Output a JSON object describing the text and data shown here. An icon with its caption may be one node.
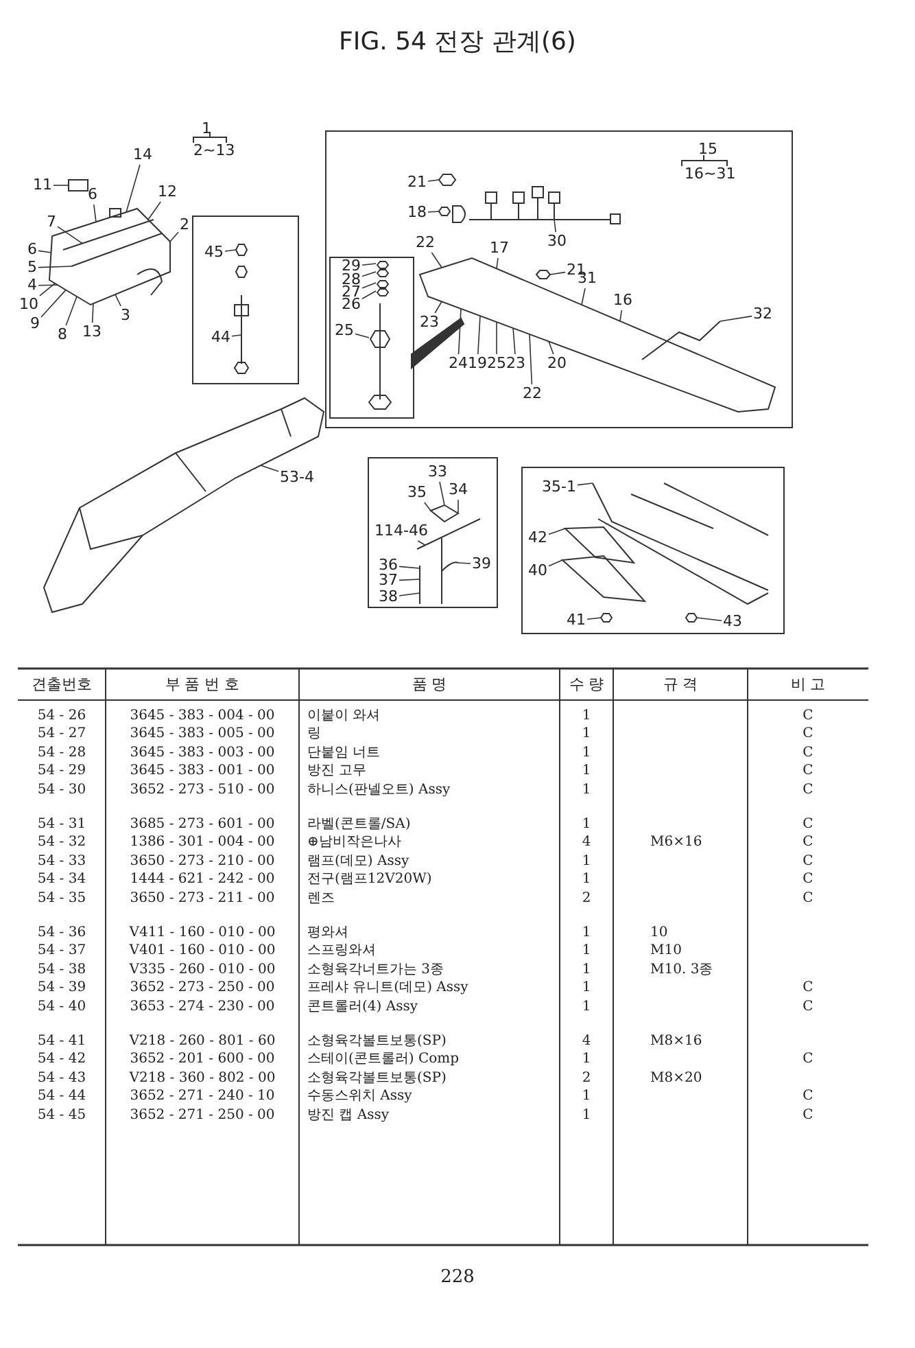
{
  "diagram": {
    "title": "FIG. 54 전장 관계(6)",
    "nodes": [
      {
        "text": [
          "14"
        ]
      },
      {
        "text": [
          "11"
        ]
      },
      {
        "text": [
          "6"
        ]
      },
      {
        "text": [
          "12"
        ]
      },
      {
        "text": [
          "2"
        ]
      },
      {
        "text": [
          "7"
        ]
      },
      {
        "text": [
          "6"
        ]
      },
      {
        "text": [
          "5"
        ]
      },
      {
        "text": [
          "4"
        ]
      },
      {
        "text": [
          "3"
        ]
      },
      {
        "text": [
          "10"
        ]
      },
      {
        "text": [
          "9"
        ]
      },
      {
        "text": [
          "8"
        ]
      },
      {
        "text": [
          "13"
        ]
      },
      {
        "text": [
          "53-4"
        ]
      },
      {
        "text": [],
        "shape": "box"
      },
      {
        "text": [
          "45"
        ],
        "in": 15
      },
      {
        "text": [
          "44"
        ],
        "in": 15
      },
      {
        "text": [],
        "shape": "box"
      },
      {
        "text": [
          "21"
        ],
        "in": 18
      },
      {
        "text": [
          "18"
        ],
        "in": 18
      },
      {
        "text": [
          "30"
        ],
        "in": 18
      },
      {
        "text": [
          "17"
        ],
        "in": 18
      },
      {
        "text": [
          "21"
        ],
        "in": 18
      },
      {
        "text": [
          "22"
        ],
        "in": 18
      },
      {
        "text": [
          "23"
        ],
        "in": 18
      },
      {
        "text": [
          "31"
        ],
        "in": 18
      },
      {
        "text": [
          "16"
        ],
        "in": 18
      },
      {
        "text": [
          "32"
        ],
        "in": 18
      },
      {
        "text": [
          "24"
        ],
        "in": 18
      },
      {
        "text": [
          "19"
        ],
        "in": 18
      },
      {
        "text": [
          "25"
        ],
        "in": 18
      },
      {
        "text": [
          "23"
        ],
        "in": 18
      },
      {
        "text": [
          "22"
        ],
        "in": 18
      },
      {
        "text": [
          "20"
        ],
        "in": 18
      },
      {
        "text": [],
        "shape": "box",
        "in": 18
      },
      {
        "text": [
          "29"
        ],
        "in": 35
      },
      {
        "text": [
          "28"
        ],
        "in": 35
      },
      {
        "text": [
          "27"
        ],
        "in": 35
      },
      {
        "text": [
          "26"
        ],
        "in": 35
      },
      {
        "text": [
          "25"
        ],
        "in": 35
      },
      {
        "text": [],
        "shape": "box"
      },
      {
        "text": [
          "33"
        ],
        "in": 41
      },
      {
        "text": [
          "35"
        ],
        "in": 41
      },
      {
        "text": [
          "34"
        ],
        "in": 41
      },
      {
        "text": [
          "114-46"
        ],
        "in": 41
      },
      {
        "text": [
          "36"
        ],
        "in": 41
      },
      {
        "text": [
          "37"
        ],
        "in": 41
      },
      {
        "text": [
          "38"
        ],
        "in": 41
      },
      {
        "text": [
          "39"
        ],
        "in": 41
      },
      {
        "text": [],
        "shape": "box"
      },
      {
        "text": [
          "35-1"
        ],
        "in": 50
      },
      {
        "text": [
          "42"
        ],
        "in": 50
      },
      {
        "text": [
          "40"
        ],
        "in": 50
      },
      {
        "text": [
          "41"
        ],
        "in": 50
      },
      {
        "text": [
          "43"
        ],
        "in": 50
      },
      {
        "text": [],
        "shape": "picture"
      },
      {
        "text": [],
        "shape": "picture"
      },
      {
        "text": [],
        "shape": "picture",
        "in": 15
      },
      {
        "text": [],
        "shape": "picture",
        "in": 18
      },
      {
        "text": [],
        "shape": "picture",
        "in": 18
      },
      {
        "text": [],
        "shape": "picture",
        "in": 35
      },
      {
        "text": [],
        "shape": "picture",
        "in": 41
      },
      {
        "text": [],
        "shape": "picture",
        "in": 50
      }
    ],
    "edges": [
      {
        "from": 0,
        "to": 56,
        "arrow": "none"
      },
      {
        "from": 1,
        "to": 56,
        "arrow": "none"
      },
      {
        "from": 2,
        "to": 56,
        "arrow": "none"
      },
      {
        "from": 3,
        "to": 56,
        "arrow": "none"
      },
      {
        "from": 4,
        "to": 56,
        "arrow": "none"
      },
      {
        "from": 5,
        "to": 56,
        "arrow": "none"
      },
      {
        "from": 6,
        "to": 56,
        "arrow": "none"
      },
      {
        "from": 7,
        "to": 56,
        "arrow": "none"
      },
      {
        "from": 8,
        "to": 56,
        "arrow": "none"
      },
      {
        "from": 9,
        "to": 56,
        "arrow": "none"
      },
      {
        "from": 10,
        "to": 56,
        "arrow": "none"
      },
      {
        "from": 11,
        "to": 56,
        "arrow": "none"
      },
      {
        "from": 12,
        "to": 56,
        "arrow": "none"
      },
      {
        "from": 13,
        "to": 56,
        "arrow": "none"
      },
      {
        "from": 14,
        "to": 57,
        "arrow": "none"
      },
      {
        "from": 16,
        "to": 58,
        "arrow": "none"
      },
      {
        "from": 17,
        "to": 58,
        "arrow": "none"
      },
      {
        "from": 19,
        "to": 59,
        "arrow": "none"
      },
      {
        "from": 20,
        "to": 59,
        "arrow": "none"
      },
      {
        "from": 21,
        "to": 59,
        "arrow": "none"
      },
      {
        "from": 22,
        "to": 60,
        "arrow": "none"
      },
      {
        "from": 23,
        "to": 60,
        "arrow": "none"
      },
      {
        "from": 24,
        "to": 60,
        "arrow": "none"
      },
      {
        "from": 25,
        "to": 60,
        "arrow": "none"
      },
      {
        "from": 26,
        "to": 60,
        "arrow": "none"
      },
      {
        "from": 27,
        "to": 60,
        "arrow": "none"
      },
      {
        "from": 28,
        "to": 60,
        "arrow": "none"
      },
      {
        "from": 29,
        "to": 60,
        "arrow": "none"
      },
      {
        "from": 30,
        "to": 60,
        "arrow": "none"
      },
      {
        "from": 31,
        "to": 60,
        "arrow": "none"
      },
      {
        "from": 32,
        "to": 60,
        "arrow": "none"
      },
      {
        "from": 33,
        "to": 60,
        "arrow": "none"
      },
      {
        "from": 34,
        "to": 60,
        "arrow": "none"
      },
      {
        "from": 36,
        "to": 61,
        "arrow": "none"
      },
      {
        "from": 37,
        "to": 61,
        "arrow": "none"
      },
      {
        "from": 38,
        "to": 61,
        "arrow": "none"
      },
      {
        "from": 39,
        "to": 61,
        "arrow": "none"
      },
      {
        "from": 40,
        "to": 61,
        "arrow": "none"
      },
      {
        "from": 42,
        "to": 62,
        "arrow": "none"
      },
      {
        "from": 43,
        "to": 62,
        "arrow": "none"
      },
      {
        "from": 44,
        "to": 62,
        "arrow": "none"
      },
      {
        "from": 45,
        "to": 62,
        "arrow": "none"
      },
      {
        "from": 46,
        "to": 62,
        "arrow": "none"
      },
      {
        "from": 47,
        "to": 62,
        "arrow": "none"
      },
      {
        "from": 48,
        "to": 62,
        "arrow": "none"
      },
      {
        "from": 49,
        "to": 62,
        "arrow": "none"
      },
      {
        "from": 51,
        "to": 63,
        "arrow": "none"
      },
      {
        "from": 52,
        "to": 63,
        "arrow": "none"
      },
      {
        "from": 53,
        "to": 63,
        "arrow": "none"
      },
      {
        "from": 54,
        "to": 63,
        "arrow": "none"
      },
      {
        "from": 55,
        "to": 63,
        "arrow": "none"
      }
    ],
    "labels": [
      "1",
      "2~13",
      "15",
      "16~31",
      "견출번호",
      "부 품 번 호",
      "품 명",
      "수 량",
      "규 격",
      "비 고",
      "54 - 26",
      "3645 - 383 - 004 - 00",
      "이붙이 와셔",
      "1",
      "C",
      "54 - 27",
      "3645 - 383 - 005 - 00",
      "링",
      "1",
      "C",
      "54 - 28",
      "3645 - 383 - 003 - 00",
      "단붙임 너트",
      "1",
      "C",
      "54 - 29",
      "3645 - 383 - 001 - 00",
      "방진 고무",
      "1",
      "C",
      "54 - 30",
      "3652 - 273 - 510 - 00",
      "하니스(판넬오트) Assy",
      "1",
      "C",
      "54 - 31",
      "3685 - 273 - 601 - 00",
      "라벨(콘트롤/SA)",
      "1",
      "C",
      "54 - 32",
      "1386 - 301 - 004 - 00",
      "⊕남비작은나사",
      "4",
      "M6×16",
      "C",
      "54 - 33",
      "3650 - 273 - 210 - 00",
      "램프(데모) Assy",
      "1",
      "C",
      "54 - 34",
      "1444 - 621 - 242 - 00",
      "전구(램프12V20W)",
      "1",
      "C",
      "54 - 35",
      "3650 - 273 - 211 - 00",
      "렌즈",
      "2",
      "C",
      "54 - 36",
      "V411 - 160 - 010 - 00",
      "평와셔",
      "1",
      "10",
      "54 - 37",
      "V401 - 160 - 010 - 00",
      "스프링와셔",
      "1",
      "M10",
      "54 - 38",
      "V335 - 260 - 010 - 00",
      "소형육각너트가는 3종",
      "1",
      "M10. 3종",
      "54 - 39",
      "3652 - 273 - 250 - 00",
      "프레샤 유니트(데모) Assy",
      "1",
      "C",
      "54 - 40",
      "3653 - 274 - 230 - 00",
      "콘트롤러(4) Assy",
      "1",
      "C",
      "54 - 41",
      "V218 - 260 - 801 - 60",
      "소형육각볼트보통(SP)",
      "4",
      "M8×16",
      "54 - 42",
      "3652 - 201 - 600 - 00",
      "스테이(콘트롤러) Comp",
      "1",
      "C",
      "54 - 43",
      "V218 - 360 - 802 - 00",
      "소형육각볼트보통(SP)",
      "2",
      "M8×20",
      "54 - 44",
      "3652 - 271 - 240 - 10",
      "수동스위치 Assy",
      "1",
      "C",
      "54 - 45",
      "3652 - 271 - 250 - 00",
      "방진 캡 Assy",
      "1",
      "C",
      "228"
    ]
  }
}
